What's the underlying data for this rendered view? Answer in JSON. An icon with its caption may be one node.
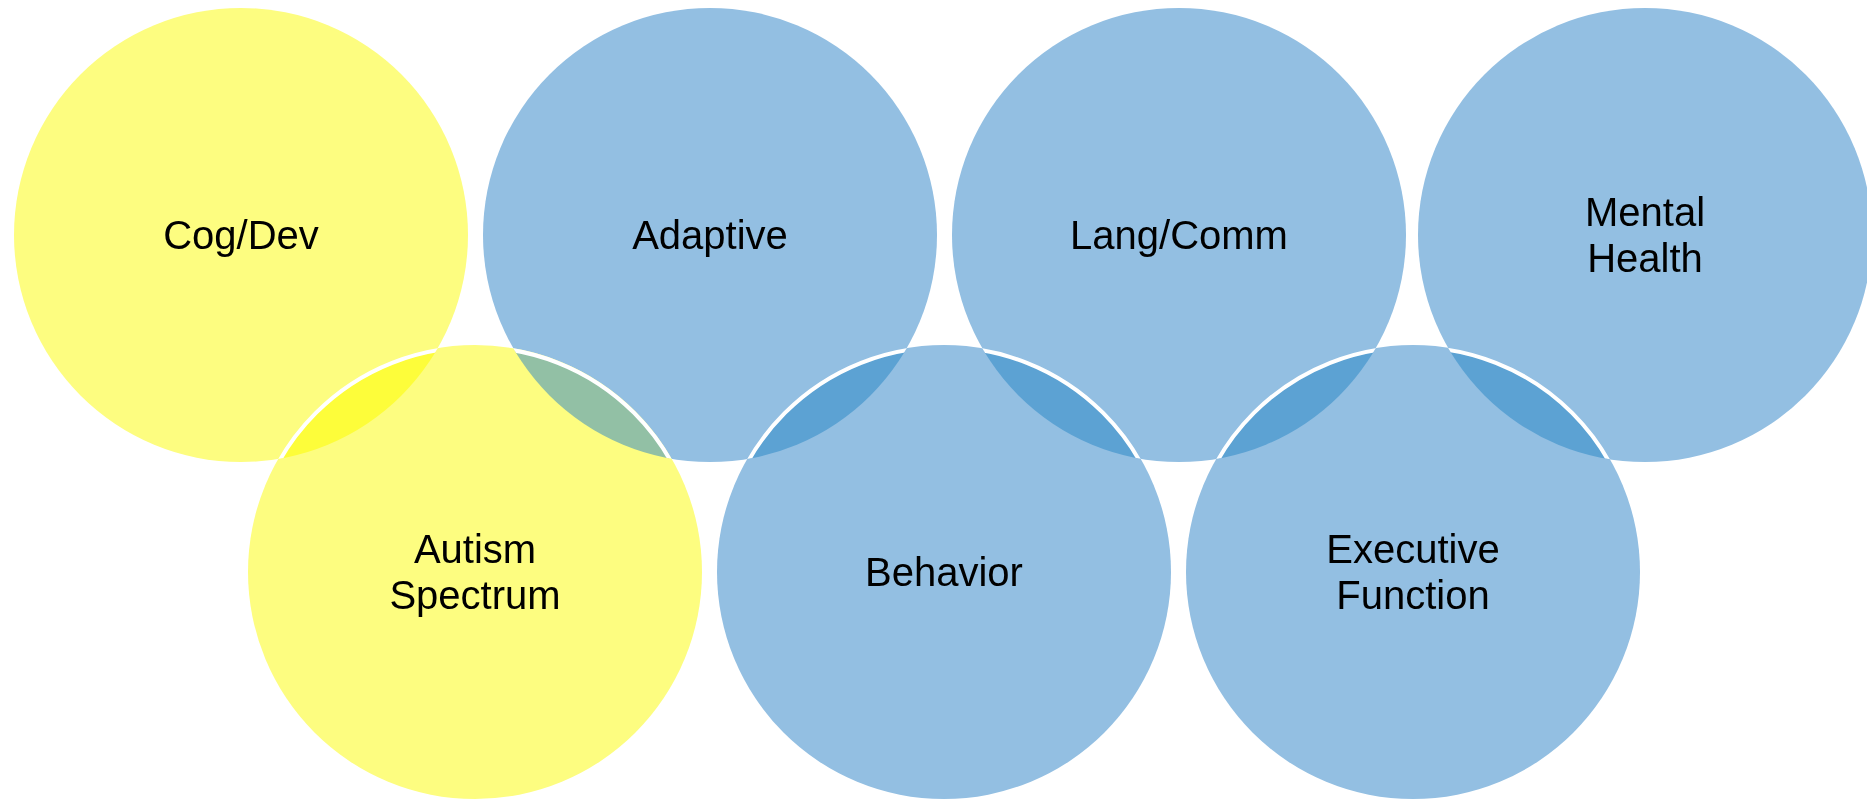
{
  "diagram": {
    "nodes": [
      {
        "text": [
          "Cog/Dev"
        ]
      },
      {
        "text": [
          "Adaptive"
        ]
      },
      {
        "text": [
          "Lang/Comm"
        ]
      },
      {
        "text": [
          "Mental Health"
        ]
      },
      {
        "text": [
          "Autism Spectrum"
        ]
      },
      {
        "text": [
          "Behavior"
        ]
      },
      {
        "text": [
          "Executive Function"
        ]
      }
    ]
  }
}
